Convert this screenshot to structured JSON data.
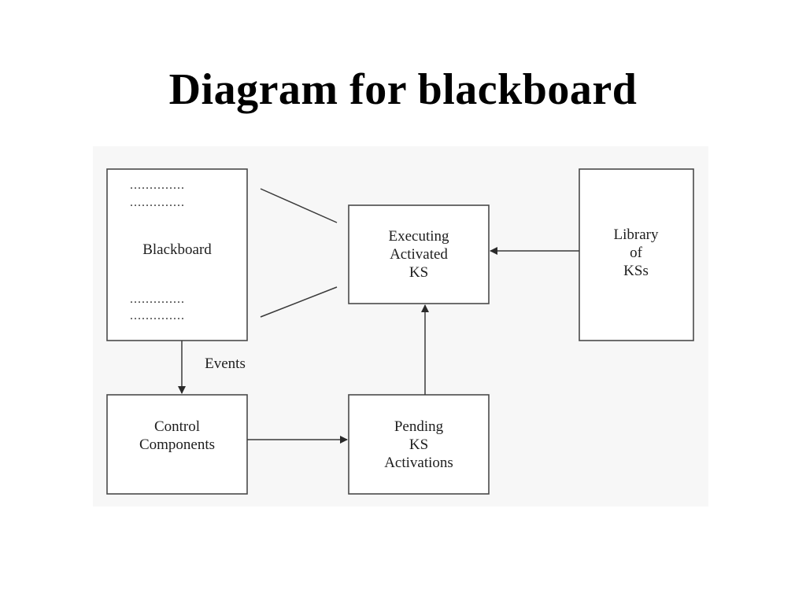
{
  "title": "Diagram for blackboard",
  "nodes": {
    "blackboard": {
      "label": "Blackboard",
      "dots": [
        "..............",
        "..............",
        "..............",
        ".............."
      ]
    },
    "executing": {
      "lines": [
        "Executing",
        "Activated",
        "KS"
      ]
    },
    "library": {
      "lines": [
        "Library",
        "of",
        "KSs"
      ]
    },
    "control": {
      "lines": [
        "Control",
        "Components"
      ]
    },
    "pending": {
      "lines": [
        "Pending",
        "KS",
        "Activations"
      ]
    }
  },
  "edges": {
    "events_label": "Events"
  }
}
